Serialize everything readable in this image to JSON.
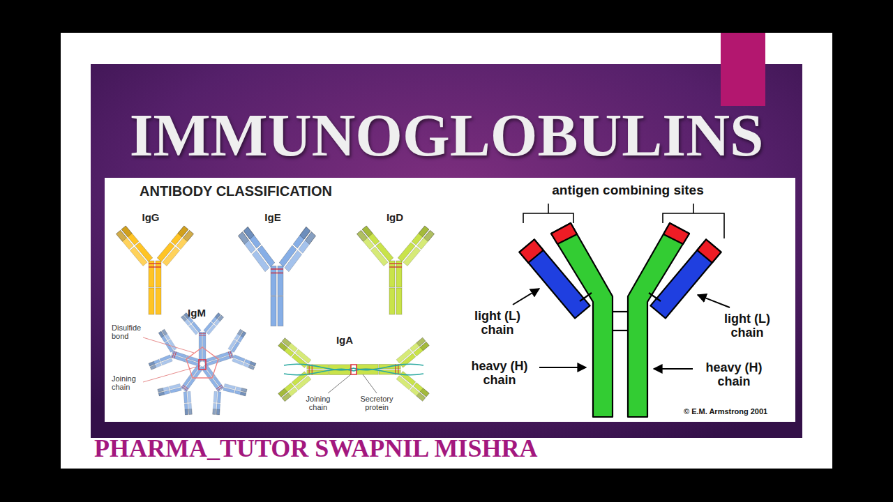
{
  "diagram": {
    "title": "IMMUNOGLOBULINS",
    "labels": [
      "ANTIBODY CLASSIFICATION",
      "IgG",
      "IgE",
      "IgD",
      "IgM",
      "Disulfide bond",
      "Joining chain",
      "IgA",
      "Joining chain",
      "Secretory protein",
      "antigen combining sites",
      "light (L) chain",
      "light (L) chain",
      "heavy (H) chain",
      "heavy (H) chain",
      "© E.M. Armstrong 2001",
      "PHARMA_TUTOR SWAPNIL MISHRA"
    ]
  }
}
